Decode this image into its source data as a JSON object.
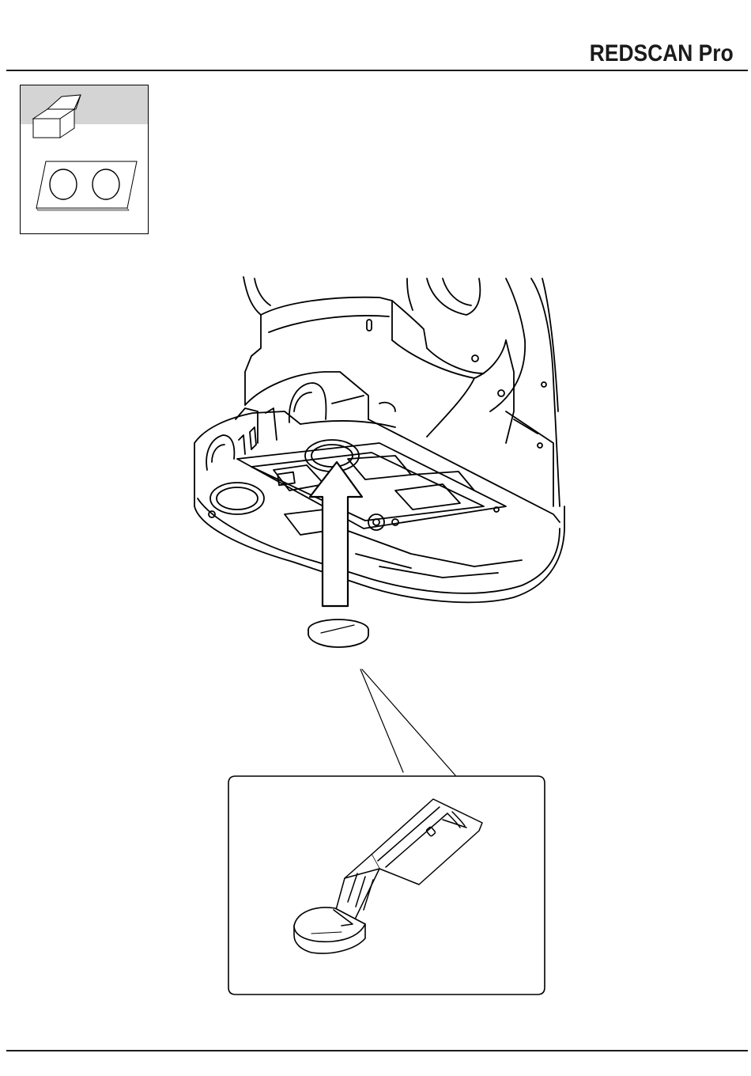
{
  "header": {
    "brand": "REDSCAN Pro"
  },
  "icons": {
    "package": "open-box-icon",
    "accessory": "two-discs-on-card-icon"
  },
  "illustration": {
    "subject": "fixture-base-underside",
    "arrow": "up-arrow-icon",
    "part": "disc-cap",
    "tool": "utility-knife-icon"
  }
}
